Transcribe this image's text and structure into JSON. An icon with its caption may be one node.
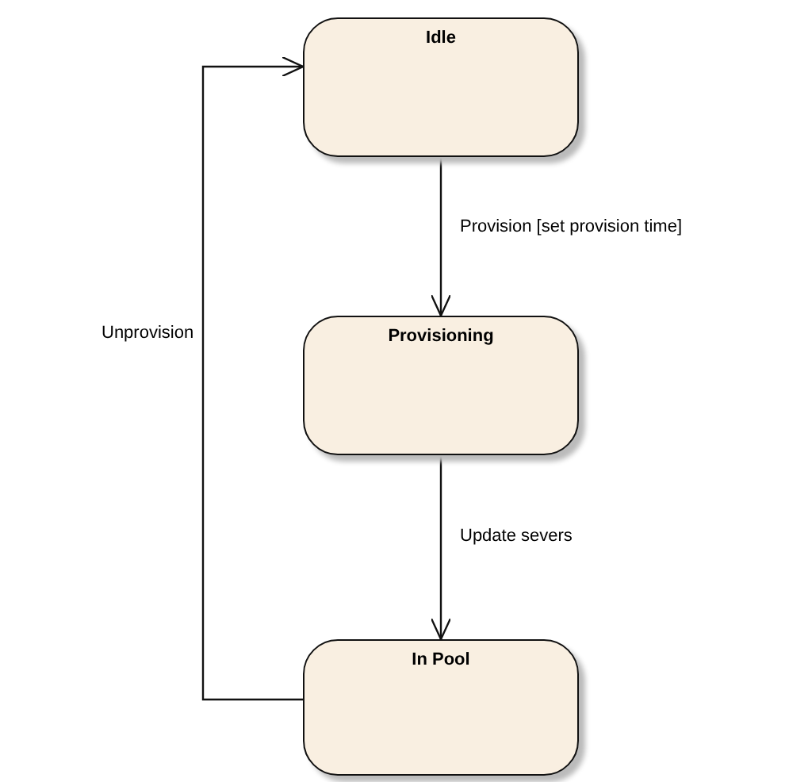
{
  "diagram": {
    "nodes": [
      {
        "text": [
          "Idle"
        ]
      },
      {
        "text": [
          "Provisioning"
        ]
      },
      {
        "text": [
          "In Pool"
        ]
      }
    ],
    "edges": [
      {
        "from": 0,
        "to": 1,
        "arrow": "to",
        "label": "Provision [set provision time]"
      },
      {
        "from": 1,
        "to": 2,
        "arrow": "to",
        "label": "Update severs"
      },
      {
        "from": 2,
        "to": 0,
        "arrow": "to",
        "label": "Unprovision"
      }
    ]
  }
}
